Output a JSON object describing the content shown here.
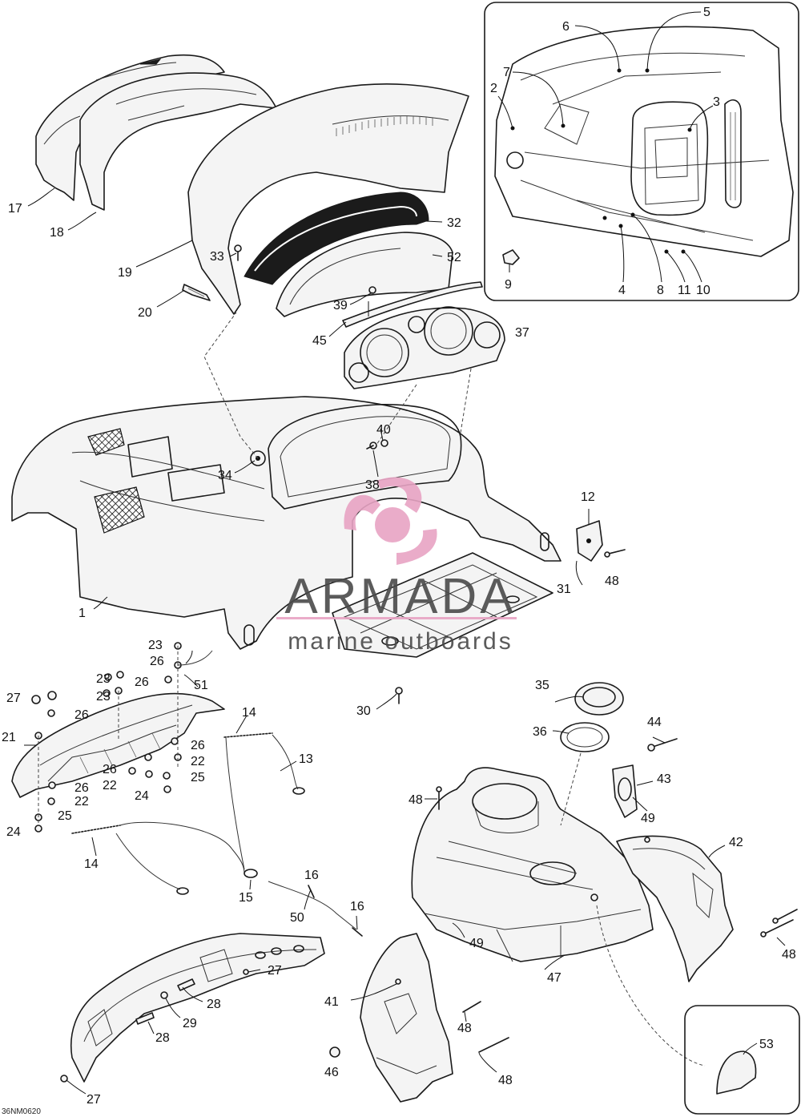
{
  "diagram": {
    "reference_code": "36NM0620",
    "watermark": {
      "brand": "ARMADA",
      "tagline": "marine outboards",
      "brand_color": "#555555",
      "accent_color": "#e8a4c4",
      "logo_icon": "propeller-icon"
    },
    "callouts": {
      "c1": "1",
      "c2": "2",
      "c3": "3",
      "c4": "4",
      "c5": "5",
      "c6": "6",
      "c7": "7",
      "c8": "8",
      "c9": "9",
      "c10": "10",
      "c11": "11",
      "c12": "12",
      "c13": "13",
      "c14a": "14",
      "c14b": "14",
      "c15": "15",
      "c16a": "16",
      "c16b": "16",
      "c17": "17",
      "c18": "18",
      "c19": "19",
      "c20": "20",
      "c21": "21",
      "c22a": "22",
      "c22b": "22",
      "c22c": "22",
      "c23a": "23",
      "c23b": "23",
      "c23c": "23",
      "c24a": "24",
      "c24b": "24",
      "c25a": "25",
      "c25b": "25",
      "c26a": "26",
      "c26b": "26",
      "c26c": "26",
      "c26d": "26",
      "c26e": "26",
      "c26f": "26",
      "c27a": "27",
      "c27b": "27",
      "c27c": "27",
      "c28a": "28",
      "c28b": "28",
      "c29": "29",
      "c30": "30",
      "c31": "31",
      "c32": "32",
      "c33": "33",
      "c34": "34",
      "c35": "35",
      "c36": "36",
      "c37": "37",
      "c38": "38",
      "c39": "39",
      "c40": "40",
      "c41": "41",
      "c42": "42",
      "c43": "43",
      "c44": "44",
      "c45": "45",
      "c46": "46",
      "c47": "47",
      "c48a": "48",
      "c48b": "48",
      "c48c": "48",
      "c48d": "48",
      "c48e": "48",
      "c49a": "49",
      "c49b": "49",
      "c50": "50",
      "c51": "51",
      "c52": "52",
      "c53": "53"
    }
  }
}
